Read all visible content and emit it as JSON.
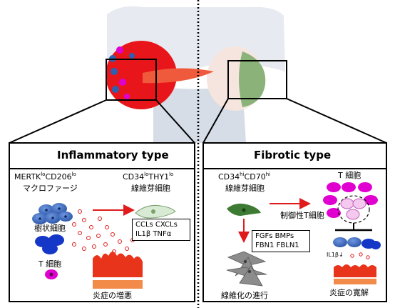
{
  "left_panel": {
    "title": "Inflammatory type",
    "macrophage": {
      "prefix1": "MERTK",
      "sup1": "lo",
      "prefix2": "CD206",
      "sup2": "lo",
      "line2": "マクロファージ"
    },
    "fibroblast": {
      "prefix1": "CD34",
      "sup1": "lo",
      "prefix2": "THY1",
      "sup2": "lo",
      "line2": "線維芽細胞"
    },
    "dendritic_label": "樹状細胞",
    "tcell_label": "T 細胞",
    "cytokine_box": {
      "line1": "CCLs  CXCLs",
      "line2": "IL1β  TNFα"
    },
    "outcome_label": "炎症の増悪"
  },
  "right_panel": {
    "title": "Fibrotic type",
    "fibroblast": {
      "prefix1": "CD34",
      "sup1": "hi",
      "prefix2": "CD70",
      "sup2": "hi",
      "line2": "線維芽細胞"
    },
    "tcell_label": "T 細胞",
    "treg_label": "制御性T細胞",
    "factor_box": {
      "line1": "FGFs  BMPs",
      "line2": "FBN1  FBLN1"
    },
    "il1b_label": "IL1β↓",
    "fibrosis_label": "線維化の進行",
    "outcome_label": "炎症の寛解"
  },
  "colors": {
    "synovium_red": "#e8161a",
    "macrophage_blue": "#2f5fb0",
    "tcell_magenta": "#e000d0",
    "fibroblast_green": "#3d7a33",
    "bone_gray": "#cfd6e0",
    "arrow_red": "#e01b1b"
  }
}
